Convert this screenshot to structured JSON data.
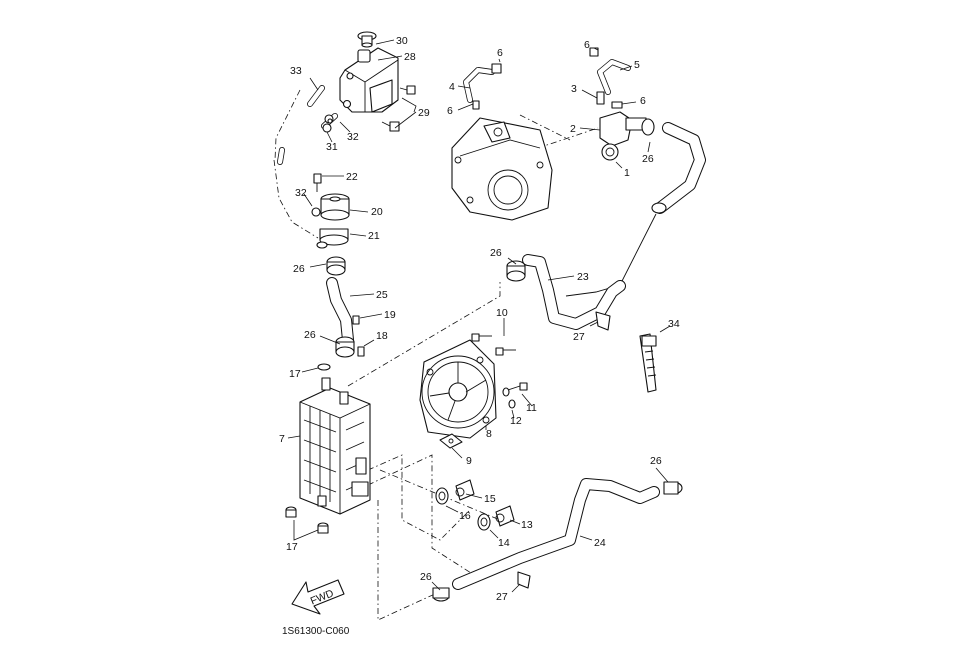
{
  "diagram": {
    "callouts": [
      "1",
      "2",
      "3",
      "4",
      "5",
      "6",
      "6",
      "6",
      "7",
      "8",
      "9",
      "10",
      "11",
      "12",
      "13",
      "14",
      "15",
      "16",
      "17",
      "17",
      "18",
      "19",
      "20",
      "21",
      "22",
      "23",
      "24",
      "25",
      "26",
      "26",
      "26",
      "26",
      "26",
      "27",
      "27",
      "28",
      "29",
      "30",
      "31",
      "32",
      "32",
      "33",
      "34"
    ],
    "fwd_label": "FWD",
    "drawing_code": "1S61300-C060"
  }
}
